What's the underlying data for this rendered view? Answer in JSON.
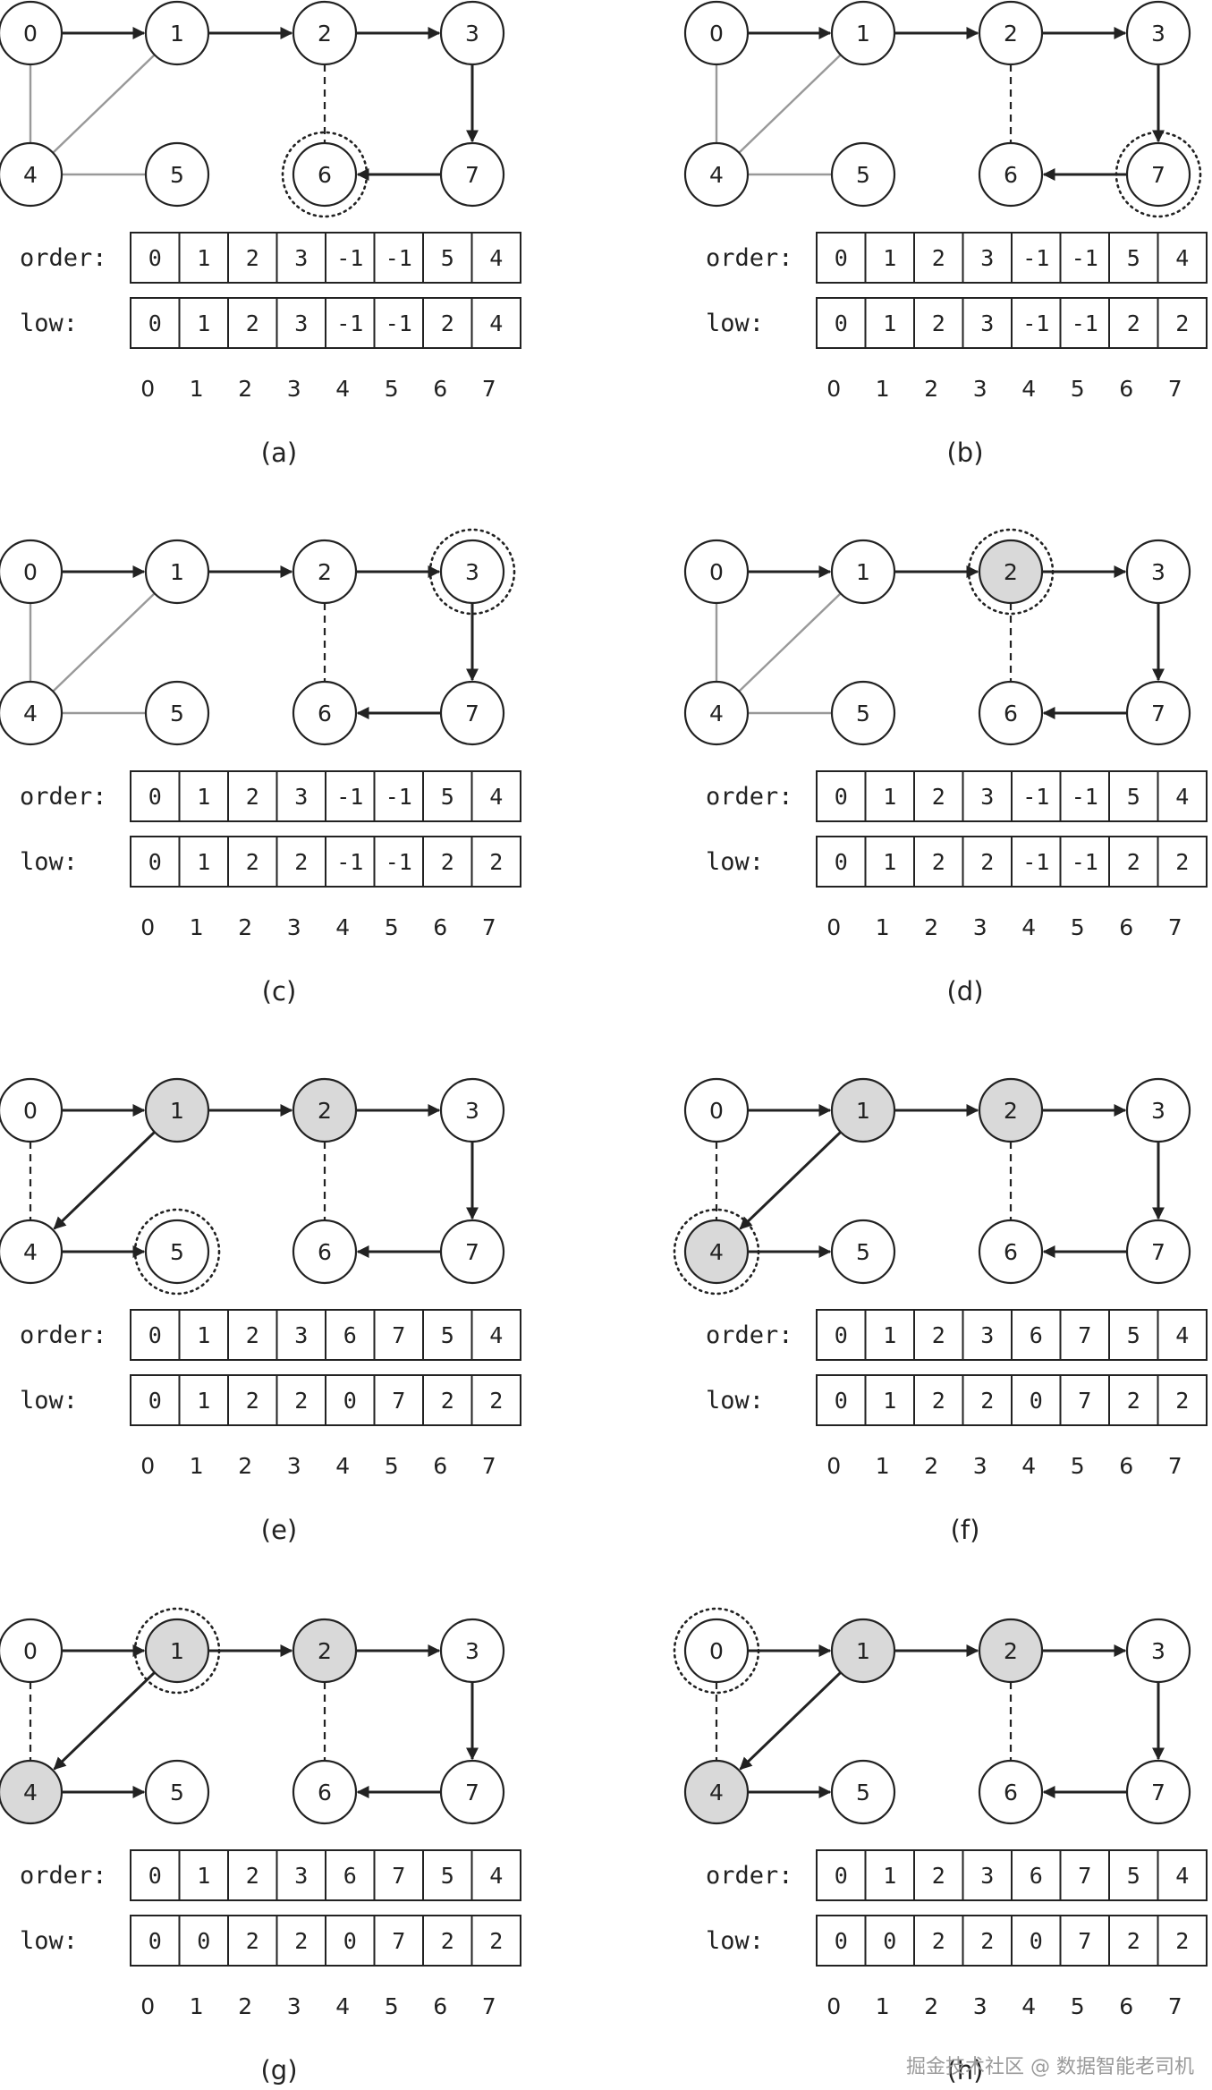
{
  "labels": {
    "order": "order:",
    "low": "low:"
  },
  "indices": [
    "0",
    "1",
    "2",
    "3",
    "4",
    "5",
    "6",
    "7"
  ],
  "panels": [
    {
      "caption": "(a)",
      "order": [
        "0",
        "1",
        "2",
        "3",
        "-1",
        "-1",
        "5",
        "4"
      ],
      "low": [
        "0",
        "1",
        "2",
        "3",
        "-1",
        "-1",
        "2",
        "4"
      ],
      "current": 6,
      "shaded": [],
      "edges": [
        {
          "from": 0,
          "to": 1,
          "kind": "tree"
        },
        {
          "from": 1,
          "to": 2,
          "kind": "tree"
        },
        {
          "from": 2,
          "to": 3,
          "kind": "tree"
        },
        {
          "from": 3,
          "to": 7,
          "kind": "tree"
        },
        {
          "from": 7,
          "to": 6,
          "kind": "tree"
        },
        {
          "from": 2,
          "to": 6,
          "kind": "back"
        },
        {
          "from": 0,
          "to": 4,
          "kind": "unvisited"
        },
        {
          "from": 1,
          "to": 4,
          "kind": "unvisited"
        },
        {
          "from": 4,
          "to": 5,
          "kind": "unvisited"
        }
      ]
    },
    {
      "caption": "(b)",
      "order": [
        "0",
        "1",
        "2",
        "3",
        "-1",
        "-1",
        "5",
        "4"
      ],
      "low": [
        "0",
        "1",
        "2",
        "3",
        "-1",
        "-1",
        "2",
        "2"
      ],
      "current": 7,
      "shaded": [],
      "edges": [
        {
          "from": 0,
          "to": 1,
          "kind": "tree"
        },
        {
          "from": 1,
          "to": 2,
          "kind": "tree"
        },
        {
          "from": 2,
          "to": 3,
          "kind": "tree"
        },
        {
          "from": 3,
          "to": 7,
          "kind": "tree"
        },
        {
          "from": 7,
          "to": 6,
          "kind": "tree"
        },
        {
          "from": 2,
          "to": 6,
          "kind": "back"
        },
        {
          "from": 0,
          "to": 4,
          "kind": "unvisited"
        },
        {
          "from": 1,
          "to": 4,
          "kind": "unvisited"
        },
        {
          "from": 4,
          "to": 5,
          "kind": "unvisited"
        }
      ]
    },
    {
      "caption": "(c)",
      "order": [
        "0",
        "1",
        "2",
        "3",
        "-1",
        "-1",
        "5",
        "4"
      ],
      "low": [
        "0",
        "1",
        "2",
        "2",
        "-1",
        "-1",
        "2",
        "2"
      ],
      "current": 3,
      "shaded": [],
      "edges": [
        {
          "from": 0,
          "to": 1,
          "kind": "tree"
        },
        {
          "from": 1,
          "to": 2,
          "kind": "tree"
        },
        {
          "from": 2,
          "to": 3,
          "kind": "tree"
        },
        {
          "from": 3,
          "to": 7,
          "kind": "tree"
        },
        {
          "from": 7,
          "to": 6,
          "kind": "tree"
        },
        {
          "from": 2,
          "to": 6,
          "kind": "back"
        },
        {
          "from": 0,
          "to": 4,
          "kind": "unvisited"
        },
        {
          "from": 1,
          "to": 4,
          "kind": "unvisited"
        },
        {
          "from": 4,
          "to": 5,
          "kind": "unvisited"
        }
      ]
    },
    {
      "caption": "(d)",
      "order": [
        "0",
        "1",
        "2",
        "3",
        "-1",
        "-1",
        "5",
        "4"
      ],
      "low": [
        "0",
        "1",
        "2",
        "2",
        "-1",
        "-1",
        "2",
        "2"
      ],
      "current": 2,
      "shaded": [
        2
      ],
      "edges": [
        {
          "from": 0,
          "to": 1,
          "kind": "tree"
        },
        {
          "from": 1,
          "to": 2,
          "kind": "tree"
        },
        {
          "from": 2,
          "to": 3,
          "kind": "tree"
        },
        {
          "from": 3,
          "to": 7,
          "kind": "tree"
        },
        {
          "from": 7,
          "to": 6,
          "kind": "tree"
        },
        {
          "from": 2,
          "to": 6,
          "kind": "back"
        },
        {
          "from": 0,
          "to": 4,
          "kind": "unvisited"
        },
        {
          "from": 1,
          "to": 4,
          "kind": "unvisited"
        },
        {
          "from": 4,
          "to": 5,
          "kind": "unvisited"
        }
      ]
    },
    {
      "caption": "(e)",
      "order": [
        "0",
        "1",
        "2",
        "3",
        "6",
        "7",
        "5",
        "4"
      ],
      "low": [
        "0",
        "1",
        "2",
        "2",
        "0",
        "7",
        "2",
        "2"
      ],
      "current": 5,
      "shaded": [
        1,
        2
      ],
      "edges": [
        {
          "from": 0,
          "to": 1,
          "kind": "tree"
        },
        {
          "from": 1,
          "to": 2,
          "kind": "tree"
        },
        {
          "from": 2,
          "to": 3,
          "kind": "tree"
        },
        {
          "from": 3,
          "to": 7,
          "kind": "tree"
        },
        {
          "from": 7,
          "to": 6,
          "kind": "tree"
        },
        {
          "from": 2,
          "to": 6,
          "kind": "back"
        },
        {
          "from": 1,
          "to": 4,
          "kind": "tree"
        },
        {
          "from": 4,
          "to": 5,
          "kind": "tree"
        },
        {
          "from": 0,
          "to": 4,
          "kind": "back"
        }
      ]
    },
    {
      "caption": "(f)",
      "order": [
        "0",
        "1",
        "2",
        "3",
        "6",
        "7",
        "5",
        "4"
      ],
      "low": [
        "0",
        "1",
        "2",
        "2",
        "0",
        "7",
        "2",
        "2"
      ],
      "current": 4,
      "shaded": [
        1,
        2,
        4
      ],
      "edges": [
        {
          "from": 0,
          "to": 1,
          "kind": "tree"
        },
        {
          "from": 1,
          "to": 2,
          "kind": "tree"
        },
        {
          "from": 2,
          "to": 3,
          "kind": "tree"
        },
        {
          "from": 3,
          "to": 7,
          "kind": "tree"
        },
        {
          "from": 7,
          "to": 6,
          "kind": "tree"
        },
        {
          "from": 2,
          "to": 6,
          "kind": "back"
        },
        {
          "from": 1,
          "to": 4,
          "kind": "tree"
        },
        {
          "from": 4,
          "to": 5,
          "kind": "tree"
        },
        {
          "from": 0,
          "to": 4,
          "kind": "back"
        }
      ]
    },
    {
      "caption": "(g)",
      "order": [
        "0",
        "1",
        "2",
        "3",
        "6",
        "7",
        "5",
        "4"
      ],
      "low": [
        "0",
        "0",
        "2",
        "2",
        "0",
        "7",
        "2",
        "2"
      ],
      "current": 1,
      "shaded": [
        1,
        2,
        4
      ],
      "edges": [
        {
          "from": 0,
          "to": 1,
          "kind": "tree"
        },
        {
          "from": 1,
          "to": 2,
          "kind": "tree"
        },
        {
          "from": 2,
          "to": 3,
          "kind": "tree"
        },
        {
          "from": 3,
          "to": 7,
          "kind": "tree"
        },
        {
          "from": 7,
          "to": 6,
          "kind": "tree"
        },
        {
          "from": 2,
          "to": 6,
          "kind": "back"
        },
        {
          "from": 1,
          "to": 4,
          "kind": "tree"
        },
        {
          "from": 4,
          "to": 5,
          "kind": "tree"
        },
        {
          "from": 0,
          "to": 4,
          "kind": "back"
        }
      ]
    },
    {
      "caption": "(h)",
      "order": [
        "0",
        "1",
        "2",
        "3",
        "6",
        "7",
        "5",
        "4"
      ],
      "low": [
        "0",
        "0",
        "2",
        "2",
        "0",
        "7",
        "2",
        "2"
      ],
      "current": 0,
      "shaded": [
        1,
        2,
        4
      ],
      "edges": [
        {
          "from": 0,
          "to": 1,
          "kind": "tree"
        },
        {
          "from": 1,
          "to": 2,
          "kind": "tree"
        },
        {
          "from": 2,
          "to": 3,
          "kind": "tree"
        },
        {
          "from": 3,
          "to": 7,
          "kind": "tree"
        },
        {
          "from": 7,
          "to": 6,
          "kind": "tree"
        },
        {
          "from": 2,
          "to": 6,
          "kind": "back"
        },
        {
          "from": 1,
          "to": 4,
          "kind": "tree"
        },
        {
          "from": 4,
          "to": 5,
          "kind": "tree"
        },
        {
          "from": 0,
          "to": 4,
          "kind": "back"
        }
      ]
    }
  ],
  "watermark": "掘金技术社区 @ 数据智能老司机"
}
